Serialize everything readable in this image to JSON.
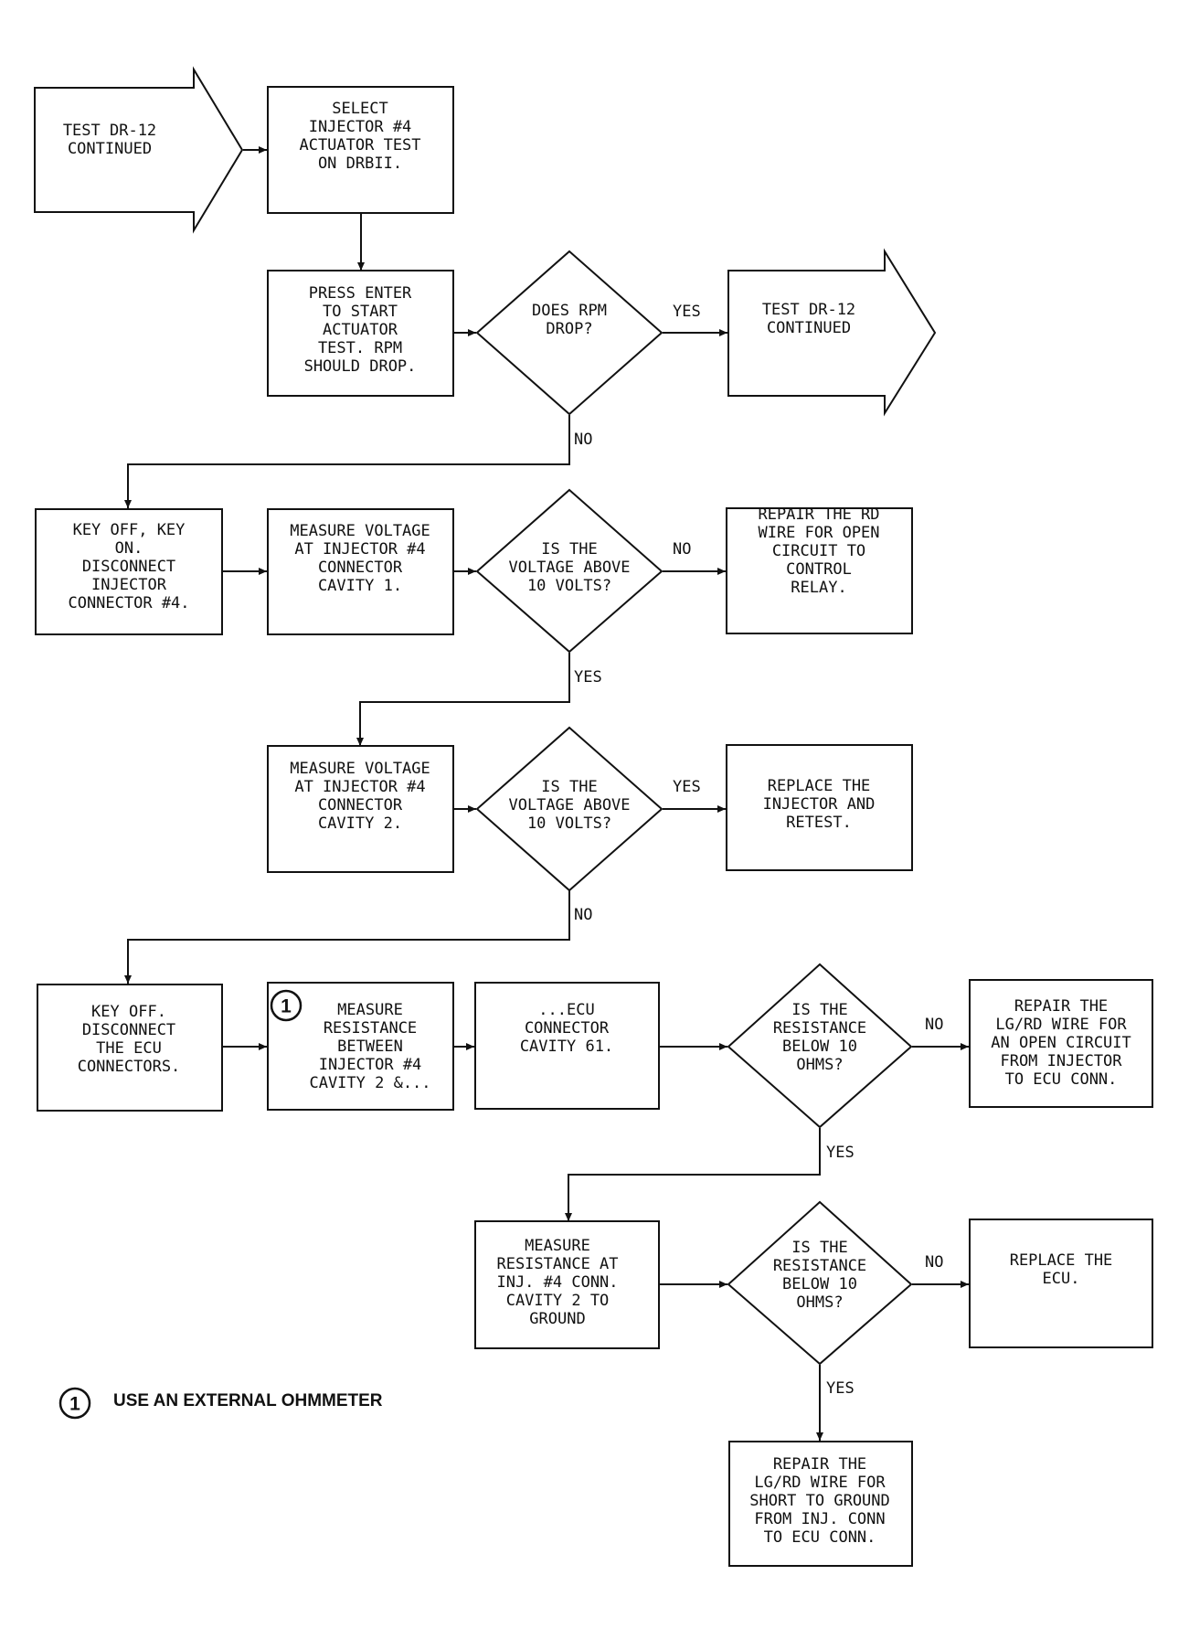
{
  "nodes": {
    "start_arrow": [
      "TEST DR-12",
      "CONTINUED"
    ],
    "select_test": [
      "SELECT",
      "INJECTOR #4",
      "ACTUATOR TEST",
      "ON DRBII."
    ],
    "press_enter": [
      "PRESS ENTER",
      "TO START",
      "ACTUATOR",
      "TEST. RPM",
      "SHOULD DROP."
    ],
    "rpm_decision": [
      "DOES RPM",
      "DROP?"
    ],
    "continue_arrow": [
      "TEST DR-12",
      "CONTINUED"
    ],
    "key_off_on": [
      "KEY OFF, KEY",
      "ON.",
      "DISCONNECT",
      "INJECTOR",
      "CONNECTOR #4."
    ],
    "measure_cavity1": [
      "MEASURE VOLTAGE",
      "AT INJECTOR #4",
      "CONNECTOR",
      "CAVITY 1."
    ],
    "voltage1_decision": [
      "IS THE",
      "VOLTAGE ABOVE",
      "10 VOLTS?"
    ],
    "repair_rd": [
      "REPAIR THE RD",
      "WIRE FOR OPEN",
      "CIRCUIT TO",
      "CONTROL",
      "RELAY."
    ],
    "measure_cavity2": [
      "MEASURE VOLTAGE",
      "AT INJECTOR #4",
      "CONNECTOR",
      "CAVITY 2."
    ],
    "voltage2_decision": [
      "IS THE",
      "VOLTAGE ABOVE",
      "10 VOLTS?"
    ],
    "replace_injector": [
      "REPLACE THE",
      "INJECTOR AND",
      "RETEST."
    ],
    "key_off_ecu": [
      "KEY OFF.",
      "DISCONNECT",
      "THE ECU",
      "CONNECTORS."
    ],
    "measure_resistance": [
      "MEASURE",
      "RESISTANCE",
      "BETWEEN",
      "INJECTOR #4",
      "CAVITY 2 &..."
    ],
    "ecu_cavity": [
      "...ECU",
      "CONNECTOR",
      "CAVITY 61."
    ],
    "resistance1_decision": [
      "IS THE",
      "RESISTANCE",
      "BELOW 10",
      "OHMS?"
    ],
    "repair_lgrd_open": [
      "REPAIR THE",
      "LG/RD WIRE FOR",
      "AN OPEN CIRCUIT",
      "FROM INJECTOR",
      "TO ECU CONN."
    ],
    "measure_ground": [
      "MEASURE",
      "RESISTANCE AT",
      "INJ. #4 CONN.",
      "CAVITY 2 TO",
      "GROUND"
    ],
    "resistance2_decision": [
      "IS THE",
      "RESISTANCE",
      "BELOW 10",
      "OHMS?"
    ],
    "replace_ecu": [
      "REPLACE THE",
      "ECU."
    ],
    "repair_lgrd_short": [
      "REPAIR THE",
      "LG/RD WIRE FOR",
      "SHORT TO GROUND",
      "FROM INJ. CONN",
      "TO ECU CONN."
    ]
  },
  "edge_labels": {
    "rpm_yes": "YES",
    "rpm_no": "NO",
    "v1_no": "NO",
    "v1_yes": "YES",
    "v2_yes": "YES",
    "v2_no": "NO",
    "r1_no": "NO",
    "r1_yes": "YES",
    "r2_no": "NO",
    "r2_yes": "YES"
  },
  "footnote": {
    "marker": "1",
    "text": "USE AN EXTERNAL OHMMETER"
  }
}
